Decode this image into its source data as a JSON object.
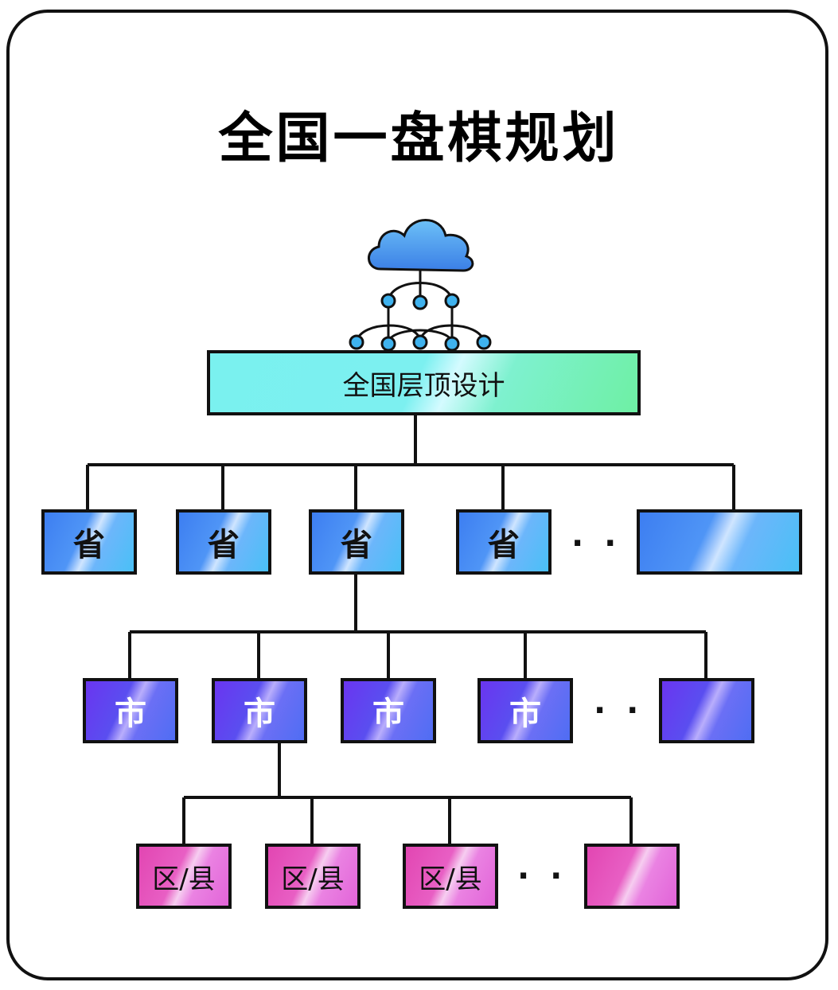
{
  "title": "全国一盘棋规划",
  "top_node": "全国层顶设计",
  "province": {
    "label": "省",
    "items": [
      "省",
      "省",
      "省",
      "省",
      ""
    ]
  },
  "city": {
    "label": "市",
    "items": [
      "市",
      "市",
      "市",
      "市",
      ""
    ]
  },
  "county": {
    "label": "区/县",
    "items": [
      "区/县",
      "区/县",
      "区/县",
      ""
    ]
  },
  "ellipsis": "· · ·",
  "colors": {
    "top_node": "#7af1ef",
    "province": "#4f95f6",
    "city": "#6a35f0",
    "county": "#e85fc4",
    "cloud": "#4aa3ef",
    "outline": "#111111"
  },
  "icons": [
    "cloud-network-icon"
  ]
}
